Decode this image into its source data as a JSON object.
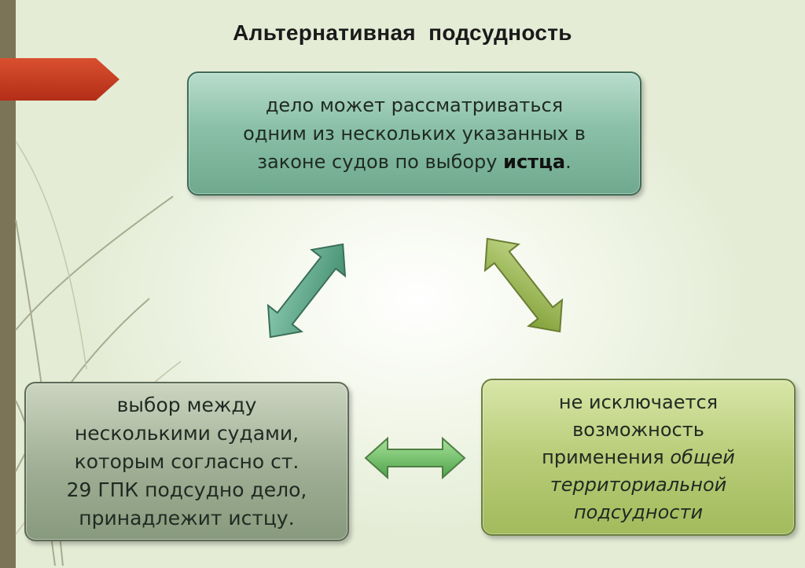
{
  "title": "Альтернативная  подсудность",
  "boxes": {
    "top": {
      "line1": "дело может рассматриваться",
      "line2": "одним из нескольких указанных в",
      "line3": "законе судов по выбору ",
      "line3_bold": "истца",
      "line3_end": "."
    },
    "left": {
      "line1": "выбор между",
      "line2": "несколькими судами,",
      "line3": "которым согласно ст.",
      "line4": "29 ГПК подсудно дело,",
      "line5": "принадлежит истцу."
    },
    "right": {
      "line1": "не исключается",
      "line2": "возможность",
      "line3": "применения ",
      "line3_italic": "общей",
      "line4_italic": "территориальной",
      "line5_italic": "подсудности"
    }
  },
  "colors": {
    "accent_red": "#c8391f",
    "sidebar": "#7b7457",
    "box_top": "#8ac0a7",
    "box_left": "#9fae94",
    "box_right": "#b8cc78",
    "arrow_teal": "#5aa688",
    "arrow_olive": "#98b24a",
    "arrow_green": "#6cc06a"
  },
  "icons": [
    "double-arrow-left-icon",
    "double-arrow-right-icon",
    "double-arrow-bottom-icon"
  ]
}
